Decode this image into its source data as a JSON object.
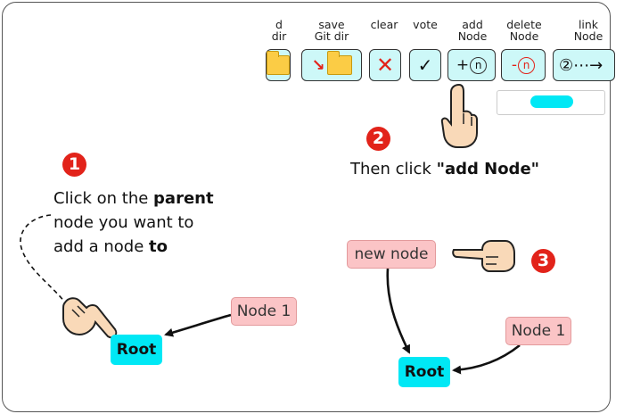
{
  "toolbar": {
    "buttons": [
      {
        "label": "d\ndir"
      },
      {
        "label": "save\nGit dir"
      },
      {
        "label": "clear"
      },
      {
        "label": "vote"
      },
      {
        "label": "add\nNode",
        "glyph": "+",
        "circle": "n"
      },
      {
        "label": "delete\nNode",
        "glyph": "-",
        "circle": "n"
      },
      {
        "label": "link\nNode",
        "glyph": "②⋯→"
      }
    ]
  },
  "steps": [
    {
      "number": "1",
      "text_before": "Click on the ",
      "bold1": "parent",
      "line2": "node you want to",
      "line3_before": "add a node ",
      "bold2": "to"
    },
    {
      "number": "2",
      "text_before": "Then click ",
      "bold": "\"add Node\""
    },
    {
      "number": "3"
    }
  ],
  "left_diagram": {
    "root_label": "Root",
    "node1_label": "Node 1"
  },
  "right_diagram": {
    "new_node_label": "new node",
    "root_label": "Root",
    "node1_label": "Node 1"
  },
  "colors": {
    "accent_red": "#e2231a",
    "node_pink": "#fbc4c6",
    "root_cyan": "#00e8f5",
    "button_bg": "#cdf8f8"
  },
  "icons": [
    "folder-icon",
    "save-arrow-icon",
    "clear-x-icon",
    "vote-check-icon",
    "add-node-icon",
    "delete-node-icon",
    "link-node-icon",
    "pointing-hand-icon"
  ]
}
